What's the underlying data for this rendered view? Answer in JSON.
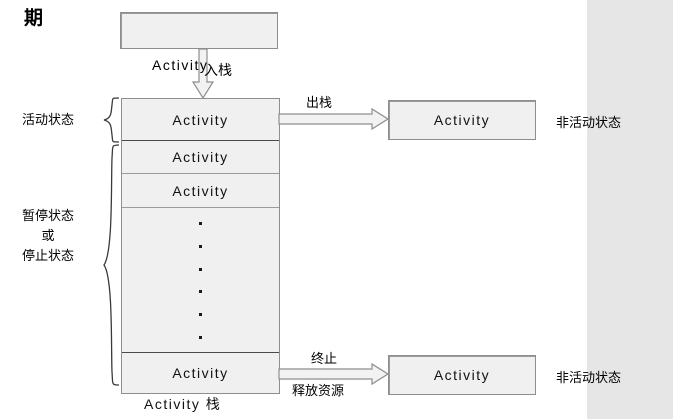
{
  "page": {
    "title": "期",
    "background": "#ffffff",
    "band_color": "#e6e6e6",
    "box_fill": "#f0f0f0",
    "box_stroke": "#8e8e8e",
    "arrow_stroke": "#8e8e8e"
  },
  "top_box": {
    "label": ""
  },
  "push": {
    "activity_label": "Activity",
    "action_label": "入栈"
  },
  "stack": {
    "caption": "Activity 栈",
    "cells": [
      {
        "label": "Activity"
      },
      {
        "label": "Activity"
      },
      {
        "label": "Activity"
      },
      {
        "label": ""
      },
      {
        "label": "Activity"
      }
    ],
    "ellipsis_dots": 6
  },
  "left_labels": [
    {
      "text": "活动状态"
    },
    {
      "text": "暂停状态\n或\n停止状态"
    }
  ],
  "transitions": [
    {
      "arrow_label_top": "出栈",
      "arrow_label_bottom": "",
      "target_box_label": "Activity",
      "state_label": "非活动状态"
    },
    {
      "arrow_label_top": "终止",
      "arrow_label_bottom": "释放资源",
      "target_box_label": "Activity",
      "state_label": "非活动状态"
    }
  ]
}
